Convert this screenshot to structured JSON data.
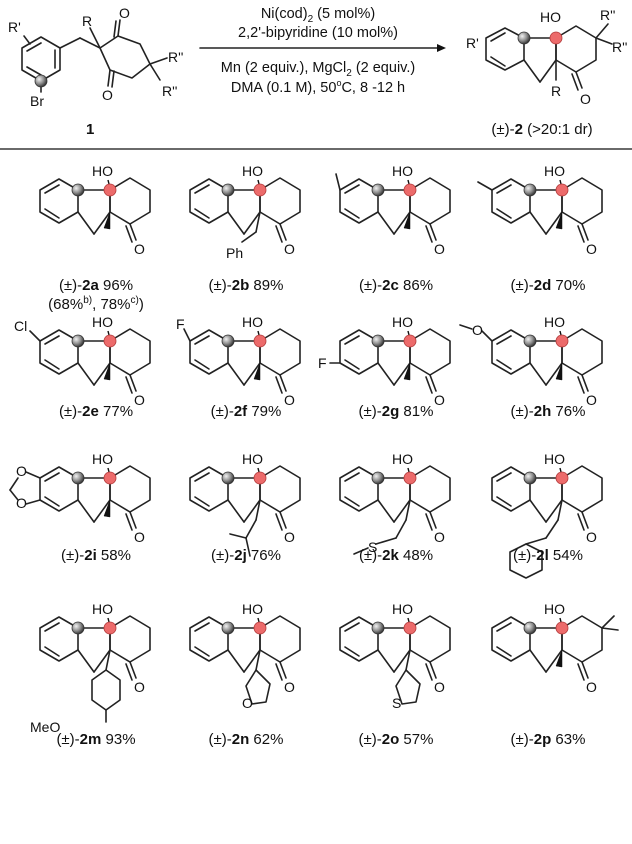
{
  "reaction": {
    "conditions": [
      {
        "pre": "Ni(cod)",
        "sub": "2",
        "post": " (5 mol%)"
      },
      {
        "pre": "2,2'-bipyridine (10 mol%)",
        "sub": "",
        "post": ""
      },
      {
        "pre": "Mn (2 equiv.), MgCl",
        "sub": "2",
        "post": " (2 equiv.)"
      },
      {
        "pre": "DMA (0.1 M), 50",
        "sup": "o",
        "post": "C, 8 -12 h"
      }
    ],
    "substrate_label": "1",
    "product_label": {
      "prefix": "(±)-",
      "bold": "2",
      "suffix": " (>20:1 dr)"
    },
    "atoms": {
      "Rp": "R'",
      "R": "R",
      "Rpp": "R''",
      "Br": "Br",
      "HO": "HO",
      "O": "O"
    }
  },
  "products": [
    {
      "id": "2a",
      "yield": "96%",
      "note": "(68%",
      "note_b": "b)",
      "note_mid": ", 78%",
      "note_c": "c)",
      "note_end": ")",
      "sub": "methyl",
      "ar": ""
    },
    {
      "id": "2b",
      "yield": "89%",
      "sub": "benzyl",
      "ar": "",
      "subtext": "Ph"
    },
    {
      "id": "2c",
      "yield": "86%",
      "sub": "methyl",
      "ar": "methyl-top"
    },
    {
      "id": "2d",
      "yield": "70%",
      "sub": "methyl",
      "ar": "methyl-left"
    },
    {
      "id": "2e",
      "yield": "77%",
      "sub": "methyl",
      "ar": "Cl",
      "artext": "Cl"
    },
    {
      "id": "2f",
      "yield": "79%",
      "sub": "methyl",
      "ar": "F-top",
      "artext": "F"
    },
    {
      "id": "2g",
      "yield": "81%",
      "sub": "methyl",
      "ar": "F-left",
      "artext": "F"
    },
    {
      "id": "2h",
      "yield": "76%",
      "sub": "methyl",
      "ar": "OMe",
      "artext": "O"
    },
    {
      "id": "2i",
      "yield": "58%",
      "sub": "methyl",
      "ar": "dioxole",
      "artext": "O"
    },
    {
      "id": "2j",
      "yield": "76%",
      "sub": "isobutyl",
      "ar": ""
    },
    {
      "id": "2k",
      "yield": "48%",
      "sub": "SMe",
      "ar": "",
      "subtext": "S"
    },
    {
      "id": "2l",
      "yield": "54%",
      "sub": "phenylpropyl",
      "ar": ""
    },
    {
      "id": "2m",
      "yield": "93%",
      "sub": "PMB",
      "ar": "",
      "subtext": "MeO"
    },
    {
      "id": "2n",
      "yield": "62%",
      "sub": "furyl",
      "ar": "",
      "subtext": "O"
    },
    {
      "id": "2o",
      "yield": "57%",
      "sub": "thienyl",
      "ar": "",
      "subtext": "S"
    },
    {
      "id": "2p",
      "yield": "63%",
      "sub": "methyl",
      "ar": "",
      "dimethyl": true
    }
  ],
  "colors": {
    "red_ball": "#ec6b6b",
    "gray_ball": "#8c8c8c"
  }
}
